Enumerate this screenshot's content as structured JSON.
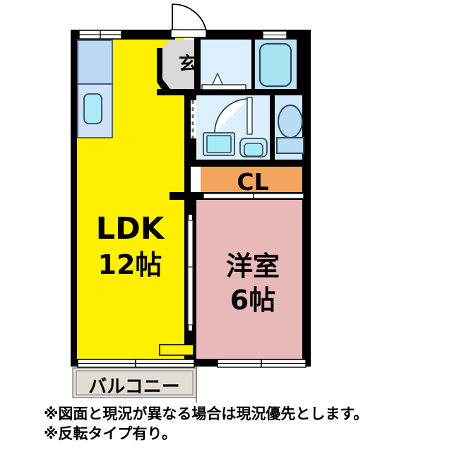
{
  "document": {
    "type": "floor-plan",
    "title": "間取り図"
  },
  "rooms": {
    "ldk": {
      "label": "LDK",
      "size": "12帖",
      "color": "#FFF000"
    },
    "bedroom": {
      "label": "洋室",
      "size": "6帖",
      "color": "#E8B8BA"
    },
    "closet": {
      "label": "CL",
      "color": "#F2A55C"
    },
    "entrance": {
      "label": "玄",
      "color": "#D9D9D9"
    },
    "balcony": {
      "label": "バルコニー",
      "color": "#E2DCD2"
    },
    "washroom": {
      "label": "",
      "color": "#DBF0FC"
    },
    "bath": {
      "label": "",
      "color": "#BEE3F7"
    },
    "toilet": {
      "label": "",
      "color": "#CFE9FA"
    },
    "kitchen": {
      "label": "",
      "color": "#BBD7F2"
    }
  },
  "fixtures": {
    "sink_basin": "sink-icon",
    "bathtub": "bathtub-icon",
    "toilet_bowl": "toilet-icon",
    "washing_machine_pan": "washer-pan-icon",
    "vanity_basin": "vanity-basin-icon",
    "entrance_door": "swing-door-icon",
    "washroom_door": "swing-door-icon",
    "ldk_bedroom_door": "sliding-door-icon",
    "folding_door": "folding-door-icon"
  },
  "colors": {
    "wall": "#000000",
    "outline": "#000000",
    "background": "#FFFFFF",
    "fixture_stroke": "#3C5A6E",
    "fixture_fill": "#AEE4F2"
  },
  "notes": {
    "line1": "※図面と現況が異なる場合は現況優先とします。",
    "line2": "※反転タイプ有り。"
  }
}
